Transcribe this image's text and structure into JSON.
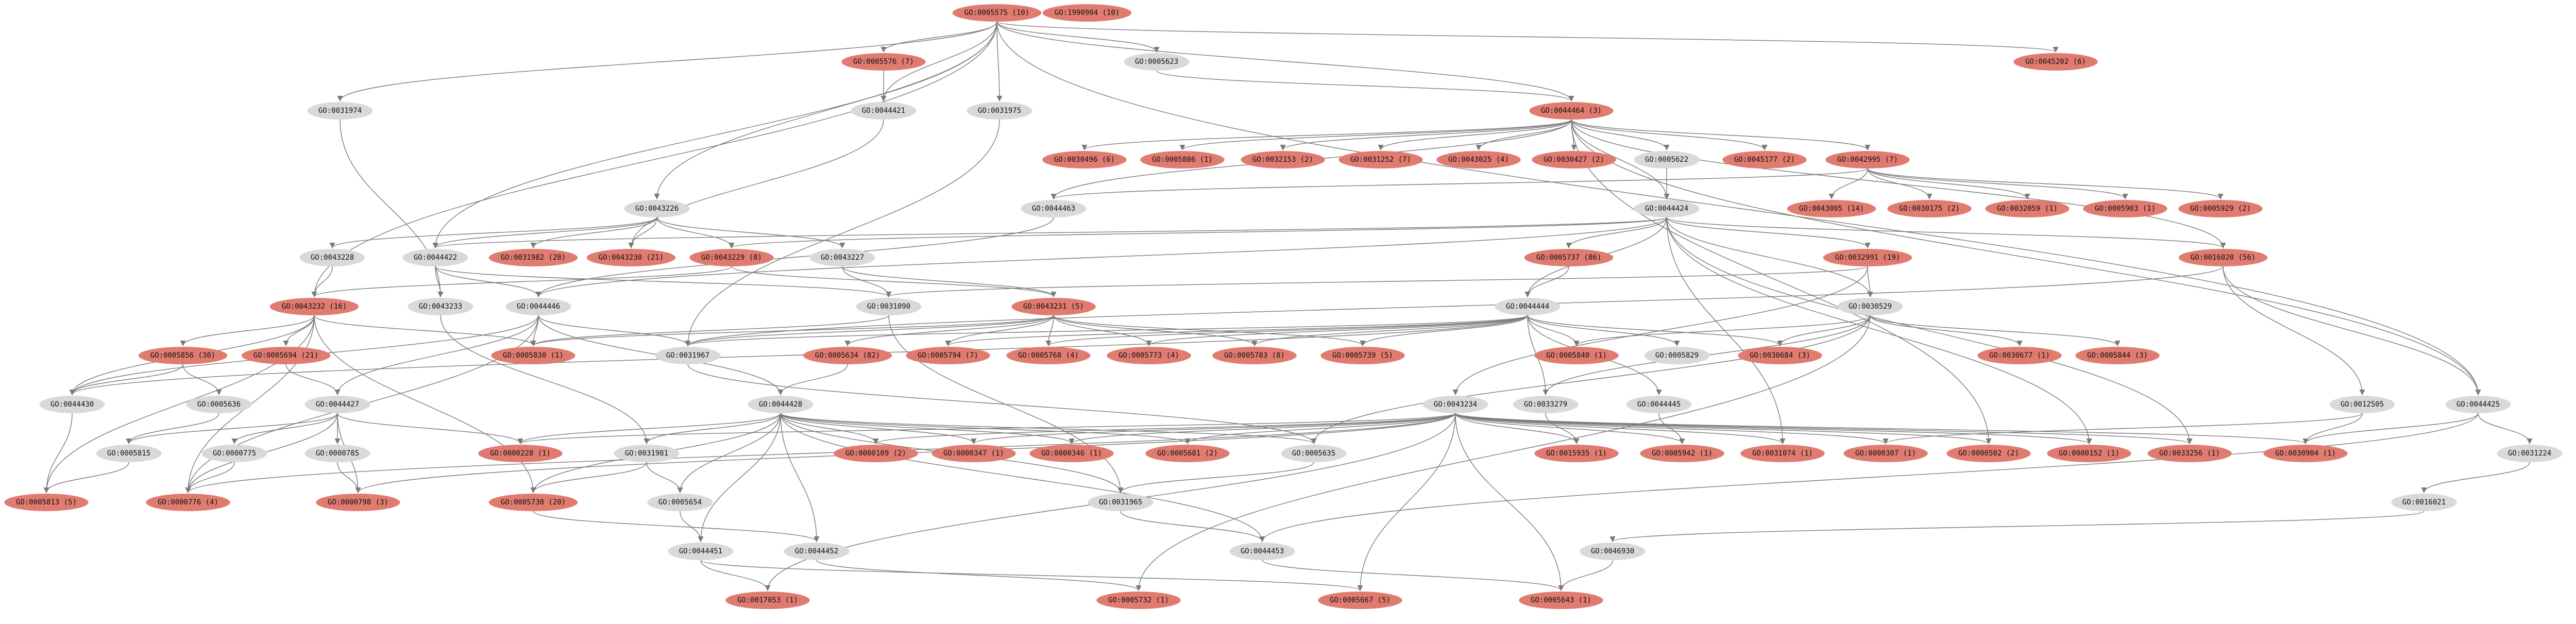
{
  "nodes": [
    {
      "id": "n0005575",
      "label": "GO:0005575  (10)",
      "hl": true
    },
    {
      "id": "n1990904",
      "label": "GO:1990904  (10)",
      "hl": true
    },
    {
      "id": "n0031974",
      "label": "GO:0031974",
      "hl": false
    },
    {
      "id": "n0005576",
      "label": "GO:0005576  (7)",
      "hl": true
    },
    {
      "id": "n0044421",
      "label": "GO:0044421",
      "hl": false
    },
    {
      "id": "n0031975",
      "label": "GO:0031975",
      "hl": false
    },
    {
      "id": "n0005623",
      "label": "GO:0005623",
      "hl": false
    },
    {
      "id": "n0044464",
      "label": "GO:0044464  (3)",
      "hl": true
    },
    {
      "id": "n0045202",
      "label": "GO:0045202  (6)",
      "hl": true
    },
    {
      "id": "n0030496",
      "label": "GO:0030496  (6)",
      "hl": true
    },
    {
      "id": "n0005886",
      "label": "GO:0005886  (1)",
      "hl": true
    },
    {
      "id": "n0032153",
      "label": "GO:0032153  (2)",
      "hl": true
    },
    {
      "id": "n0031252",
      "label": "GO:0031252  (7)",
      "hl": true
    },
    {
      "id": "n0043025",
      "label": "GO:0043025  (4)",
      "hl": true
    },
    {
      "id": "n0030427",
      "label": "GO:0030427  (2)",
      "hl": true
    },
    {
      "id": "n0005622",
      "label": "GO:0005622",
      "hl": false
    },
    {
      "id": "n0045177",
      "label": "GO:0045177  (2)",
      "hl": true
    },
    {
      "id": "n0042995",
      "label": "GO:0042995  (7)",
      "hl": true
    },
    {
      "id": "n0043226",
      "label": "GO:0043226",
      "hl": false
    },
    {
      "id": "n0044463",
      "label": "GO:0044463",
      "hl": false
    },
    {
      "id": "n0044424",
      "label": "GO:0044424",
      "hl": false
    },
    {
      "id": "n0043005",
      "label": "GO:0043005  (14)",
      "hl": true
    },
    {
      "id": "n0030175",
      "label": "GO:0030175  (2)",
      "hl": true
    },
    {
      "id": "n0032059",
      "label": "GO:0032059  (1)",
      "hl": true
    },
    {
      "id": "n0005903",
      "label": "GO:0005903  (1)",
      "hl": true
    },
    {
      "id": "n0005929",
      "label": "GO:0005929  (2)",
      "hl": true
    },
    {
      "id": "n0043228",
      "label": "GO:0043228",
      "hl": false
    },
    {
      "id": "n0044422",
      "label": "GO:0044422",
      "hl": false
    },
    {
      "id": "n0031982",
      "label": "GO:0031982  (28)",
      "hl": true
    },
    {
      "id": "n0043230",
      "label": "GO:0043230  (21)",
      "hl": true
    },
    {
      "id": "n0043229",
      "label": "GO:0043229  (8)",
      "hl": true
    },
    {
      "id": "n0043227",
      "label": "GO:0043227",
      "hl": false
    },
    {
      "id": "n0005737",
      "label": "GO:0005737  (86)",
      "hl": true
    },
    {
      "id": "n0032991",
      "label": "GO:0032991  (19)",
      "hl": true
    },
    {
      "id": "n0016020",
      "label": "GO:0016020  (56)",
      "hl": true
    },
    {
      "id": "n0043232",
      "label": "GO:0043232  (16)",
      "hl": true
    },
    {
      "id": "n0043233",
      "label": "GO:0043233",
      "hl": false
    },
    {
      "id": "n0044446",
      "label": "GO:0044446",
      "hl": false
    },
    {
      "id": "n0031090",
      "label": "GO:0031090",
      "hl": false
    },
    {
      "id": "n0043231",
      "label": "GO:0043231  (5)",
      "hl": true
    },
    {
      "id": "n0044444",
      "label": "GO:0044444",
      "hl": false
    },
    {
      "id": "n0030529",
      "label": "GO:0030529",
      "hl": false
    },
    {
      "id": "n0005856",
      "label": "GO:0005856  (30)",
      "hl": true
    },
    {
      "id": "n0005694",
      "label": "GO:0005694  (21)",
      "hl": true
    },
    {
      "id": "n0005830",
      "label": "GO:0005830  (1)",
      "hl": true
    },
    {
      "id": "n0031967",
      "label": "GO:0031967",
      "hl": false
    },
    {
      "id": "n0005634",
      "label": "GO:0005634  (82)",
      "hl": true
    },
    {
      "id": "n0005794",
      "label": "GO:0005794  (7)",
      "hl": true
    },
    {
      "id": "n0005768",
      "label": "GO:0005768  (4)",
      "hl": true
    },
    {
      "id": "n0005773",
      "label": "GO:0005773  (4)",
      "hl": true
    },
    {
      "id": "n0005783",
      "label": "GO:0005783  (8)",
      "hl": true
    },
    {
      "id": "n0005739",
      "label": "GO:0005739  (5)",
      "hl": true
    },
    {
      "id": "n0005840",
      "label": "GO:0005840  (1)",
      "hl": true
    },
    {
      "id": "n0005829",
      "label": "GO:0005829",
      "hl": false
    },
    {
      "id": "n0030684",
      "label": "GO:0030684  (3)",
      "hl": true
    },
    {
      "id": "n0030677",
      "label": "GO:0030677  (1)",
      "hl": true
    },
    {
      "id": "n0005844",
      "label": "GO:0005844  (3)",
      "hl": true
    },
    {
      "id": "n0044430",
      "label": "GO:0044430",
      "hl": false
    },
    {
      "id": "n0005636",
      "label": "GO:0005636",
      "hl": false
    },
    {
      "id": "n0044427",
      "label": "GO:0044427",
      "hl": false
    },
    {
      "id": "n0044428",
      "label": "GO:0044428",
      "hl": false
    },
    {
      "id": "n0033279",
      "label": "GO:0033279",
      "hl": false
    },
    {
      "id": "n0044445",
      "label": "GO:0044445",
      "hl": false
    },
    {
      "id": "n0043234",
      "label": "GO:0043234",
      "hl": false
    },
    {
      "id": "n0012505",
      "label": "GO:0012505",
      "hl": false
    },
    {
      "id": "n0044425",
      "label": "GO:0044425",
      "hl": false
    },
    {
      "id": "n0005815",
      "label": "GO:0005815",
      "hl": false
    },
    {
      "id": "n0000775",
      "label": "GO:0000775",
      "hl": false
    },
    {
      "id": "n0000785",
      "label": "GO:0000785",
      "hl": false
    },
    {
      "id": "n0000228",
      "label": "GO:0000228  (1)",
      "hl": true
    },
    {
      "id": "n0031981",
      "label": "GO:0031981",
      "hl": false
    },
    {
      "id": "n0000109",
      "label": "GO:0000109  (2)",
      "hl": true
    },
    {
      "id": "n0000347",
      "label": "GO:0000347  (1)",
      "hl": true
    },
    {
      "id": "n0000346",
      "label": "GO:0000346  (1)",
      "hl": true
    },
    {
      "id": "n0005681",
      "label": "GO:0005681  (2)",
      "hl": true
    },
    {
      "id": "n0005635",
      "label": "GO:0005635",
      "hl": false
    },
    {
      "id": "n0015935",
      "label": "GO:0015935  (1)",
      "hl": true
    },
    {
      "id": "n0005942",
      "label": "GO:0005942  (1)",
      "hl": true
    },
    {
      "id": "n0031074",
      "label": "GO:0031074  (1)",
      "hl": true
    },
    {
      "id": "n0000307",
      "label": "GO:0000307  (1)",
      "hl": true
    },
    {
      "id": "n0000502",
      "label": "GO:0000502  (2)",
      "hl": true
    },
    {
      "id": "n0000152",
      "label": "GO:0000152  (1)",
      "hl": true
    },
    {
      "id": "n0033256",
      "label": "GO:0033256  (1)",
      "hl": true
    },
    {
      "id": "n0030904",
      "label": "GO:0030904  (1)",
      "hl": true
    },
    {
      "id": "n0031224",
      "label": "GO:0031224",
      "hl": false
    },
    {
      "id": "n0005813",
      "label": "GO:0005813  (5)",
      "hl": true
    },
    {
      "id": "n0000776",
      "label": "GO:0000776  (4)",
      "hl": true
    },
    {
      "id": "n0000798",
      "label": "GO:0000798  (3)",
      "hl": true
    },
    {
      "id": "n0005730",
      "label": "GO:0005730  (20)",
      "hl": true
    },
    {
      "id": "n0005654",
      "label": "GO:0005654",
      "hl": false
    },
    {
      "id": "n0031965",
      "label": "GO:0031965",
      "hl": false
    },
    {
      "id": "n0016021",
      "label": "GO:0016021",
      "hl": false
    },
    {
      "id": "n0044451",
      "label": "GO:0044451",
      "hl": false
    },
    {
      "id": "n0044452",
      "label": "GO:0044452",
      "hl": false
    },
    {
      "id": "n0044453",
      "label": "GO:0044453",
      "hl": false
    },
    {
      "id": "n0046930",
      "label": "GO:0046930",
      "hl": false
    },
    {
      "id": "n0017053",
      "label": "GO:0017053  (1)",
      "hl": true
    },
    {
      "id": "n0005732",
      "label": "GO:0005732  (1)",
      "hl": true
    },
    {
      "id": "n0005667",
      "label": "GO:0005667  (5)",
      "hl": true
    },
    {
      "id": "n0005643",
      "label": "GO:0005643  (1)",
      "hl": true
    }
  ],
  "edges": [
    [
      "n0005575",
      "n0031974"
    ],
    [
      "n0005575",
      "n0005576"
    ],
    [
      "n0005575",
      "n0044421"
    ],
    [
      "n0005575",
      "n0031975"
    ],
    [
      "n0005575",
      "n0005623"
    ],
    [
      "n0005575",
      "n0044464"
    ],
    [
      "n0005575",
      "n0045202"
    ],
    [
      "n0005575",
      "n0043226"
    ],
    [
      "n0005575",
      "n0044422"
    ],
    [
      "n0005575",
      "n0043232"
    ],
    [
      "n0005575",
      "n0044425"
    ],
    [
      "n0005576",
      "n0044421"
    ],
    [
      "n0031974",
      "n0043233"
    ],
    [
      "n0044421",
      "n0043230"
    ],
    [
      "n0031975",
      "n0031967"
    ],
    [
      "n0005623",
      "n0044464"
    ],
    [
      "n0044464",
      "n0030496"
    ],
    [
      "n0044464",
      "n0005886"
    ],
    [
      "n0044464",
      "n0032153"
    ],
    [
      "n0044464",
      "n0031252"
    ],
    [
      "n0044464",
      "n0043025"
    ],
    [
      "n0044464",
      "n0030427"
    ],
    [
      "n0044464",
      "n0005622"
    ],
    [
      "n0044464",
      "n0045177"
    ],
    [
      "n0044464",
      "n0042995"
    ],
    [
      "n0044464",
      "n0044463"
    ],
    [
      "n0044464",
      "n0044424"
    ],
    [
      "n0044464",
      "n0044425"
    ],
    [
      "n0044464",
      "n0016020"
    ],
    [
      "n0044464",
      "n0000502"
    ],
    [
      "n0005622",
      "n0044424"
    ],
    [
      "n0042995",
      "n0043005"
    ],
    [
      "n0042995",
      "n0030175"
    ],
    [
      "n0042995",
      "n0032059"
    ],
    [
      "n0042995",
      "n0005903"
    ],
    [
      "n0042995",
      "n0005929"
    ],
    [
      "n0042995",
      "n0044463"
    ],
    [
      "n0043226",
      "n0043228"
    ],
    [
      "n0043226",
      "n0044422"
    ],
    [
      "n0043226",
      "n0031982"
    ],
    [
      "n0043226",
      "n0043230"
    ],
    [
      "n0043226",
      "n0043229"
    ],
    [
      "n0043226",
      "n0043227"
    ],
    [
      "n0044463",
      "n0044446"
    ],
    [
      "n0044424",
      "n0043229"
    ],
    [
      "n0044424",
      "n0005737"
    ],
    [
      "n0044424",
      "n0032991"
    ],
    [
      "n0044424",
      "n0016020"
    ],
    [
      "n0044424",
      "n0044444"
    ],
    [
      "n0044424",
      "n0044446"
    ],
    [
      "n0044424",
      "n0030529"
    ],
    [
      "n0044424",
      "n0044422"
    ],
    [
      "n0044424",
      "n0031074"
    ],
    [
      "n0044424",
      "n0000152"
    ],
    [
      "n0044424",
      "n0033256"
    ],
    [
      "n0043228",
      "n0043232"
    ],
    [
      "n0044422",
      "n0043233"
    ],
    [
      "n0044422",
      "n0044446"
    ],
    [
      "n0044422",
      "n0031090"
    ],
    [
      "n0043229",
      "n0043232"
    ],
    [
      "n0043229",
      "n0043231"
    ],
    [
      "n0043227",
      "n0043231"
    ],
    [
      "n0043227",
      "n0031090"
    ],
    [
      "n0005737",
      "n0044444"
    ],
    [
      "n0032991",
      "n0030529"
    ],
    [
      "n0032991",
      "n0031090"
    ],
    [
      "n0032991",
      "n0043234"
    ],
    [
      "n0016020",
      "n0012505"
    ],
    [
      "n0016020",
      "n0044425"
    ],
    [
      "n0016020",
      "n0031967"
    ],
    [
      "n0043232",
      "n0005856"
    ],
    [
      "n0043232",
      "n0005694"
    ],
    [
      "n0043232",
      "n0044430"
    ],
    [
      "n0043232",
      "n0005813"
    ],
    [
      "n0043232",
      "n0000776"
    ],
    [
      "n0043232",
      "n0005730"
    ],
    [
      "n0043232",
      "n0005830"
    ],
    [
      "n0043233",
      "n0031981"
    ],
    [
      "n0044446",
      "n0044427"
    ],
    [
      "n0044446",
      "n0044430"
    ],
    [
      "n0044446",
      "n0044428"
    ],
    [
      "n0044446",
      "n0031967"
    ],
    [
      "n0044446",
      "n0005830"
    ],
    [
      "n0044446",
      "n0000776"
    ],
    [
      "n0031090",
      "n0005830"
    ],
    [
      "n0031090",
      "n0031965"
    ],
    [
      "n0043231",
      "n0005634"
    ],
    [
      "n0043231",
      "n0005794"
    ],
    [
      "n0043231",
      "n0005768"
    ],
    [
      "n0043231",
      "n0005773"
    ],
    [
      "n0043231",
      "n0005783"
    ],
    [
      "n0043231",
      "n0005739"
    ],
    [
      "n0043231",
      "n0031967"
    ],
    [
      "n0043231",
      "n0005830"
    ],
    [
      "n0044444",
      "n0005794"
    ],
    [
      "n0044444",
      "n0005768"
    ],
    [
      "n0044444",
      "n0005773"
    ],
    [
      "n0044444",
      "n0005783"
    ],
    [
      "n0044444",
      "n0005739"
    ],
    [
      "n0044444",
      "n0005840"
    ],
    [
      "n0044444",
      "n0005829"
    ],
    [
      "n0044444",
      "n0030684"
    ],
    [
      "n0044444",
      "n0033279"
    ],
    [
      "n0044444",
      "n0044445"
    ],
    [
      "n0044444",
      "n0031967"
    ],
    [
      "n0044444",
      "n0044430"
    ],
    [
      "n0030529",
      "n0005840"
    ],
    [
      "n0030529",
      "n0030684"
    ],
    [
      "n0030529",
      "n0030677"
    ],
    [
      "n0030529",
      "n0005844"
    ],
    [
      "n0030529",
      "n0033279"
    ],
    [
      "n0030529",
      "n0005732"
    ],
    [
      "n0030529",
      "n0005635"
    ],
    [
      "n0005856",
      "n0044430"
    ],
    [
      "n0005856",
      "n0005636"
    ],
    [
      "n0005694",
      "n0044427"
    ],
    [
      "n0005636",
      "n0005815"
    ],
    [
      "n0005815",
      "n0005813"
    ],
    [
      "n0044430",
      "n0005813"
    ],
    [
      "n0044427",
      "n0005815"
    ],
    [
      "n0044427",
      "n0000775"
    ],
    [
      "n0044427",
      "n0000785"
    ],
    [
      "n0044427",
      "n0000228"
    ],
    [
      "n0044427",
      "n0000798"
    ],
    [
      "n0044427",
      "n0000776"
    ],
    [
      "n0005634",
      "n0044428"
    ],
    [
      "n0044428",
      "n0000228"
    ],
    [
      "n0044428",
      "n0031981"
    ],
    [
      "n0044428",
      "n0000109"
    ],
    [
      "n0044428",
      "n0000347"
    ],
    [
      "n0044428",
      "n0000346"
    ],
    [
      "n0044428",
      "n0005681"
    ],
    [
      "n0044428",
      "n0005635"
    ],
    [
      "n0044428",
      "n0031965"
    ],
    [
      "n0044428",
      "n0005730"
    ],
    [
      "n0044428",
      "n0044451"
    ],
    [
      "n0044428",
      "n0044452"
    ],
    [
      "n0044428",
      "n0044453"
    ],
    [
      "n0044428",
      "n0005654"
    ],
    [
      "n0031981",
      "n0005730"
    ],
    [
      "n0031981",
      "n0005654"
    ],
    [
      "n0005635",
      "n0031965"
    ],
    [
      "n0000775",
      "n0000776"
    ],
    [
      "n0000785",
      "n0000798"
    ],
    [
      "n0005654",
      "n0044451"
    ],
    [
      "n0005730",
      "n0044452"
    ],
    [
      "n0031965",
      "n0044453"
    ],
    [
      "n0044451",
      "n0017053"
    ],
    [
      "n0044451",
      "n0005667"
    ],
    [
      "n0044452",
      "n0005732"
    ],
    [
      "n0044453",
      "n0005643"
    ],
    [
      "n0043234",
      "n0015935"
    ],
    [
      "n0043234",
      "n0005942"
    ],
    [
      "n0043234",
      "n0031074"
    ],
    [
      "n0043234",
      "n0000307"
    ],
    [
      "n0043234",
      "n0000502"
    ],
    [
      "n0043234",
      "n0000152"
    ],
    [
      "n0043234",
      "n0033256"
    ],
    [
      "n0043234",
      "n0030904"
    ],
    [
      "n0043234",
      "n0005681"
    ],
    [
      "n0043234",
      "n0000347"
    ],
    [
      "n0043234",
      "n0000346"
    ],
    [
      "n0043234",
      "n0000109"
    ],
    [
      "n0043234",
      "n0000228"
    ],
    [
      "n0043234",
      "n0005667"
    ],
    [
      "n0043234",
      "n0005643"
    ],
    [
      "n0043234",
      "n0017053"
    ],
    [
      "n0043234",
      "n0000798"
    ],
    [
      "n0043234",
      "n0000776"
    ],
    [
      "n0033279",
      "n0015935"
    ],
    [
      "n0044445",
      "n0005942"
    ],
    [
      "n0012505",
      "n0000307"
    ],
    [
      "n0012505",
      "n0030904"
    ],
    [
      "n0044425",
      "n0030904"
    ],
    [
      "n0044425",
      "n0031224"
    ],
    [
      "n0044425",
      "n0044453"
    ],
    [
      "n0031224",
      "n0016021"
    ],
    [
      "n0016021",
      "n0046930"
    ],
    [
      "n0046930",
      "n0005643"
    ],
    [
      "n0031967",
      "n0005635"
    ]
  ]
}
